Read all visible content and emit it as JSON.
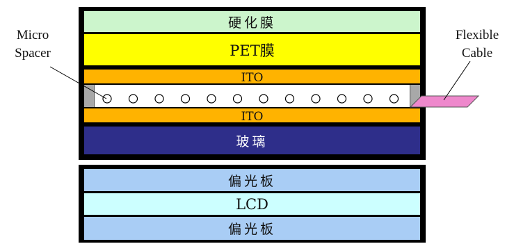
{
  "touch_panel": {
    "hard_coat": "硬化膜",
    "pet_film": "PET膜",
    "ito_top": "ITO",
    "ito_bottom": "ITO",
    "glass": "玻璃"
  },
  "lcd_module": {
    "polarizer_top": "偏光板",
    "lcd": "LCD",
    "polarizer_bottom": "偏光板"
  },
  "labels": {
    "micro_spacer": "Micro Spacer",
    "flexible_cable": "Flexible Cable"
  },
  "colors": {
    "hard_coat": "#ccf5cc",
    "pet_film": "#ffff00",
    "ito": "#ffb300",
    "glass": "#2e2e8a",
    "polarizer": "#a9cdf5",
    "lcd": "#ccffff",
    "cable": "#ee88cc",
    "frame": "#000000"
  },
  "spacer_count": 12
}
